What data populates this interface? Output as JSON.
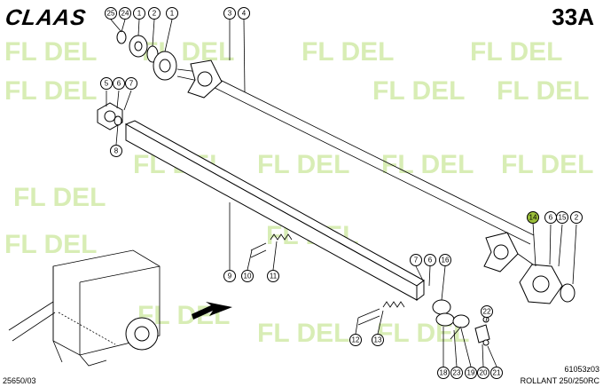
{
  "header": {
    "brand": "CLAAS",
    "page_code": "33A"
  },
  "watermark": {
    "text": "FL DEL",
    "color": "#b9e07a"
  },
  "footer": {
    "left_code": "25650/03",
    "drawing_number": "61053z03",
    "model": "ROLLANT 250/250RC"
  },
  "callouts": [
    {
      "id": "c25",
      "label": "25"
    },
    {
      "id": "c24",
      "label": "24"
    },
    {
      "id": "c1a",
      "label": "1"
    },
    {
      "id": "c2a",
      "label": "2"
    },
    {
      "id": "c1b",
      "label": "1"
    },
    {
      "id": "c3",
      "label": "3"
    },
    {
      "id": "c4",
      "label": "4"
    },
    {
      "id": "c5",
      "label": "5"
    },
    {
      "id": "c6a",
      "label": "6"
    },
    {
      "id": "c7a",
      "label": "7"
    },
    {
      "id": "c8",
      "label": "8"
    },
    {
      "id": "c9",
      "label": "9"
    },
    {
      "id": "c10",
      "label": "10"
    },
    {
      "id": "c11",
      "label": "11"
    },
    {
      "id": "c7b",
      "label": "7"
    },
    {
      "id": "c6b",
      "label": "6"
    },
    {
      "id": "c16",
      "label": "16"
    },
    {
      "id": "c14",
      "label": "14",
      "highlight": true
    },
    {
      "id": "c6c",
      "label": "6"
    },
    {
      "id": "c15",
      "label": "15"
    },
    {
      "id": "c2b",
      "label": "2"
    },
    {
      "id": "c12",
      "label": "12"
    },
    {
      "id": "c13",
      "label": "13"
    },
    {
      "id": "c22",
      "label": "22"
    },
    {
      "id": "c18",
      "label": "18"
    },
    {
      "id": "c23",
      "label": "23"
    },
    {
      "id": "c19",
      "label": "19"
    },
    {
      "id": "c20",
      "label": "20"
    },
    {
      "id": "c21",
      "label": "21"
    }
  ]
}
